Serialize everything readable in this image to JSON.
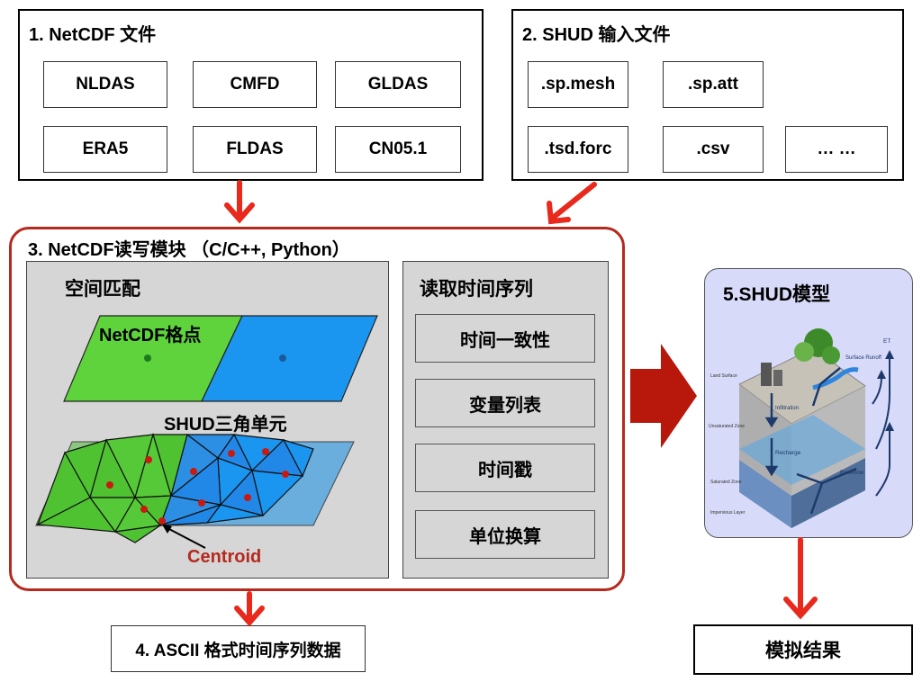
{
  "panel1": {
    "title": "1. NetCDF 文件",
    "items": [
      "NLDAS",
      "CMFD",
      "GLDAS",
      "ERA5",
      "FLDAS",
      "CN05.1"
    ]
  },
  "panel2": {
    "title": "2. SHUD 输入文件",
    "items": [
      ".sp.mesh",
      ".sp.att",
      ".tsd.forc",
      ".csv",
      "… …"
    ]
  },
  "panel3": {
    "title": "3. NetCDF读写模块 （C/C++, Python）",
    "spatial": {
      "title": "空间匹配",
      "grid_label": "NetCDF格点",
      "mesh_label": "SHUD三角单元",
      "centroid_label": "Centroid"
    },
    "timeseries": {
      "title": "读取时间序列",
      "items": [
        "时间一致性",
        "变量列表",
        "时间戳",
        "单位换算"
      ]
    }
  },
  "panel4": {
    "title": "4. ASCII 格式时间序列数据"
  },
  "panel5": {
    "title": "5.SHUD模型",
    "labels": {
      "land_surface": "Land Surface",
      "unsaturated": "Unsaturated Zone",
      "saturated": "Saturated Zone",
      "impervious": "Impervious Layer",
      "infiltration": "Infiltration",
      "recharge": "Recharge",
      "baseflow": "Baseflow",
      "surface_runoff": "Surface Runoff",
      "et": "ET"
    }
  },
  "result": {
    "title": "模拟结果"
  },
  "colors": {
    "arrow": "#e8291c",
    "frame": "#b52a1e",
    "big_arrow": "#b8180c",
    "green_cell": "#5fd33c",
    "blue_cell": "#1a95f0",
    "model_bg": "#d8dafa"
  }
}
